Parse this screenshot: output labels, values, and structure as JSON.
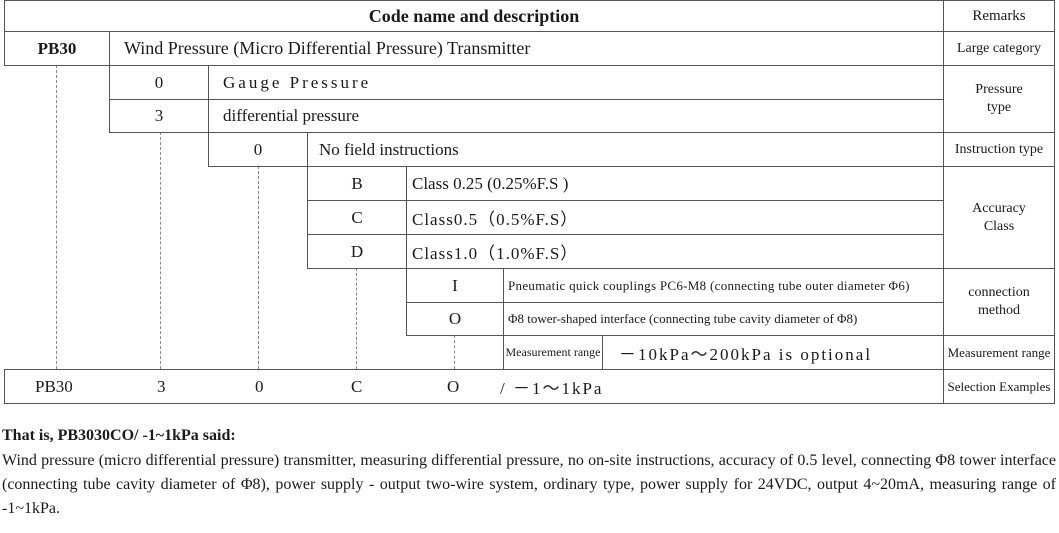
{
  "table": {
    "header_code": "Code name and description",
    "header_remarks": "Remarks",
    "rows": {
      "category_code": "PB30",
      "category_desc": "Wind Pressure (Micro Differential Pressure) Transmitter",
      "category_remark": "Large category",
      "pressure_opt1_code": "0",
      "pressure_opt1_desc": "Gauge Pressure",
      "pressure_opt2_code": "3",
      "pressure_opt2_desc": "differential pressure",
      "pressure_remark": "Pressure type",
      "instruction_code": "0",
      "instruction_desc": "No field instructions",
      "instruction_remark": "Instruction type",
      "accuracy_b_code": "B",
      "accuracy_b_desc": "Class 0.25 (0.25%F.S )",
      "accuracy_c_code": "C",
      "accuracy_c_desc": "Class0.5（0.5%F.S）",
      "accuracy_d_code": "D",
      "accuracy_d_desc": "Class1.0（1.0%F.S）",
      "accuracy_remark": "Accuracy Class",
      "conn_i_code": "I",
      "conn_i_desc": "Pneumatic quick couplings PC6-M8 (connecting tube outer diameter Φ6)",
      "conn_o_code": "O",
      "conn_o_desc": "Φ8 tower-shaped interface (connecting tube cavity diameter of Φ8)",
      "conn_remark": "connection method",
      "range_label": "Measurement range",
      "range_value": "－10kPa～200kPa is optional",
      "range_remark": "Measurement range",
      "example_codes": [
        "PB30",
        "3",
        "0",
        "C",
        "O"
      ],
      "example_range": "/ －1～1kPa",
      "example_remark": "Selection Examples"
    }
  },
  "notes": {
    "heading": "That is, PB3030CO/ -1~1kPa said:",
    "body": "Wind pressure (micro differential pressure) transmitter, measuring differential pressure, no on-site instructions, accuracy of 0.5 level, connecting Φ8 tower interface (connecting tube cavity diameter of Φ8), power supply - output two-wire system, ordinary type, power supply for 24VDC, output 4~20mA, measuring range of -1~1kPa."
  }
}
